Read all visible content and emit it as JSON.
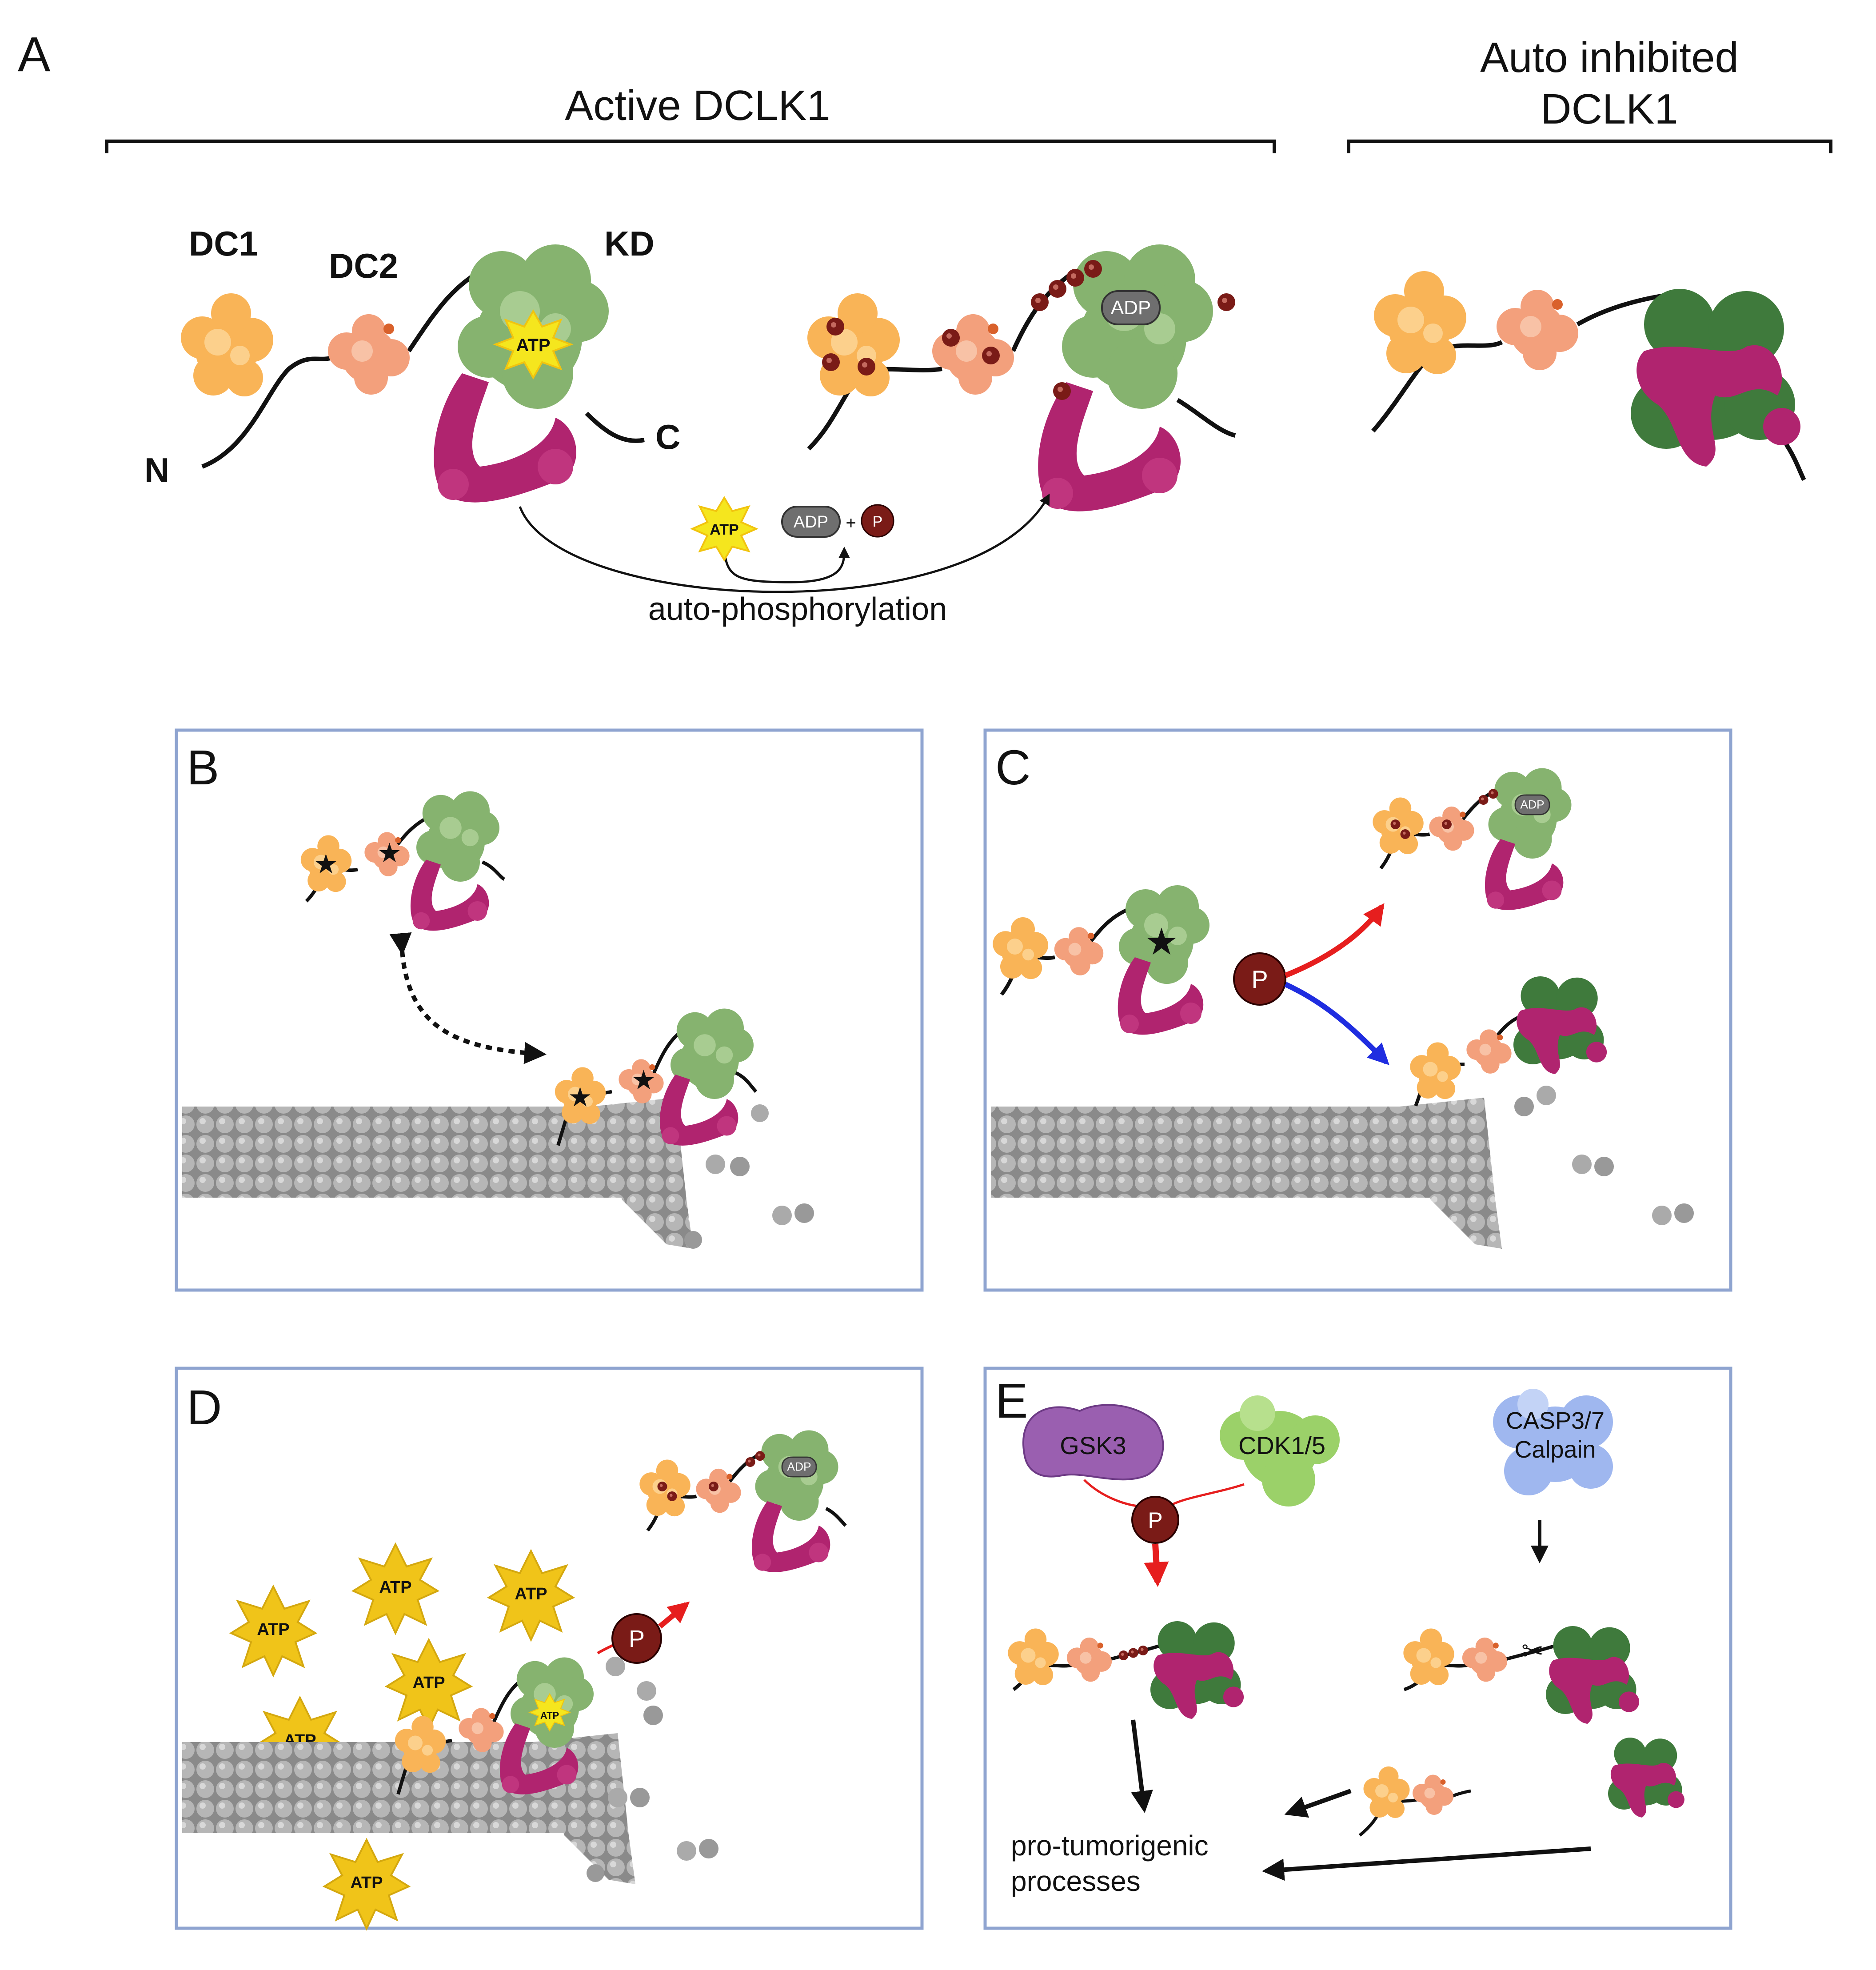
{
  "panel_a": {
    "letter": "A",
    "active_title": "Active DCLK1",
    "autoinhibited_title": "Auto inhibited\nDCLK1",
    "autoinhibited_line1": "Auto inhibited",
    "autoinhibited_line2": "DCLK1",
    "domain_dc1": "DC1",
    "domain_dc2": "DC2",
    "domain_kd": "KD",
    "terminus_n": "N",
    "terminus_c": "C",
    "atp": "ATP",
    "adp": "ADP",
    "p": "P",
    "plus": "+",
    "process": "auto-phosphorylation"
  },
  "panel_b": {
    "letter": "B"
  },
  "panel_c": {
    "letter": "C",
    "p": "P",
    "adp": "ADP"
  },
  "panel_d": {
    "letter": "D",
    "atp": "ATP",
    "p": "P",
    "adp": "ADP"
  },
  "panel_e": {
    "letter": "E",
    "kinase_1": "GSK3",
    "kinase_2": "CDK1/5",
    "protease_line1": "CASP3/7",
    "protease_line2": "Calpain",
    "p": "P",
    "outcome_line1": "pro-tumorigenic",
    "outcome_line2": "processes"
  },
  "colors": {
    "dc1": "#f9b457",
    "dc2": "#f3a07c",
    "kinase_domain": "#86b36f",
    "kinase_domain_dark": "#3f7a3c",
    "c_tail": "#b0246f",
    "phosphate": "#7a1b17",
    "atp_star": "#f5d31e",
    "adp_pill": "#6f6f6f",
    "microtubule": "#9c9c9c",
    "panel_border": "#8fa4d0",
    "arrow_red": "#e61e1e",
    "arrow_blue": "#1f2de0",
    "gsk3": "#9a5fb0",
    "cdk": "#9bd169",
    "protease": "#9fb7ef"
  }
}
